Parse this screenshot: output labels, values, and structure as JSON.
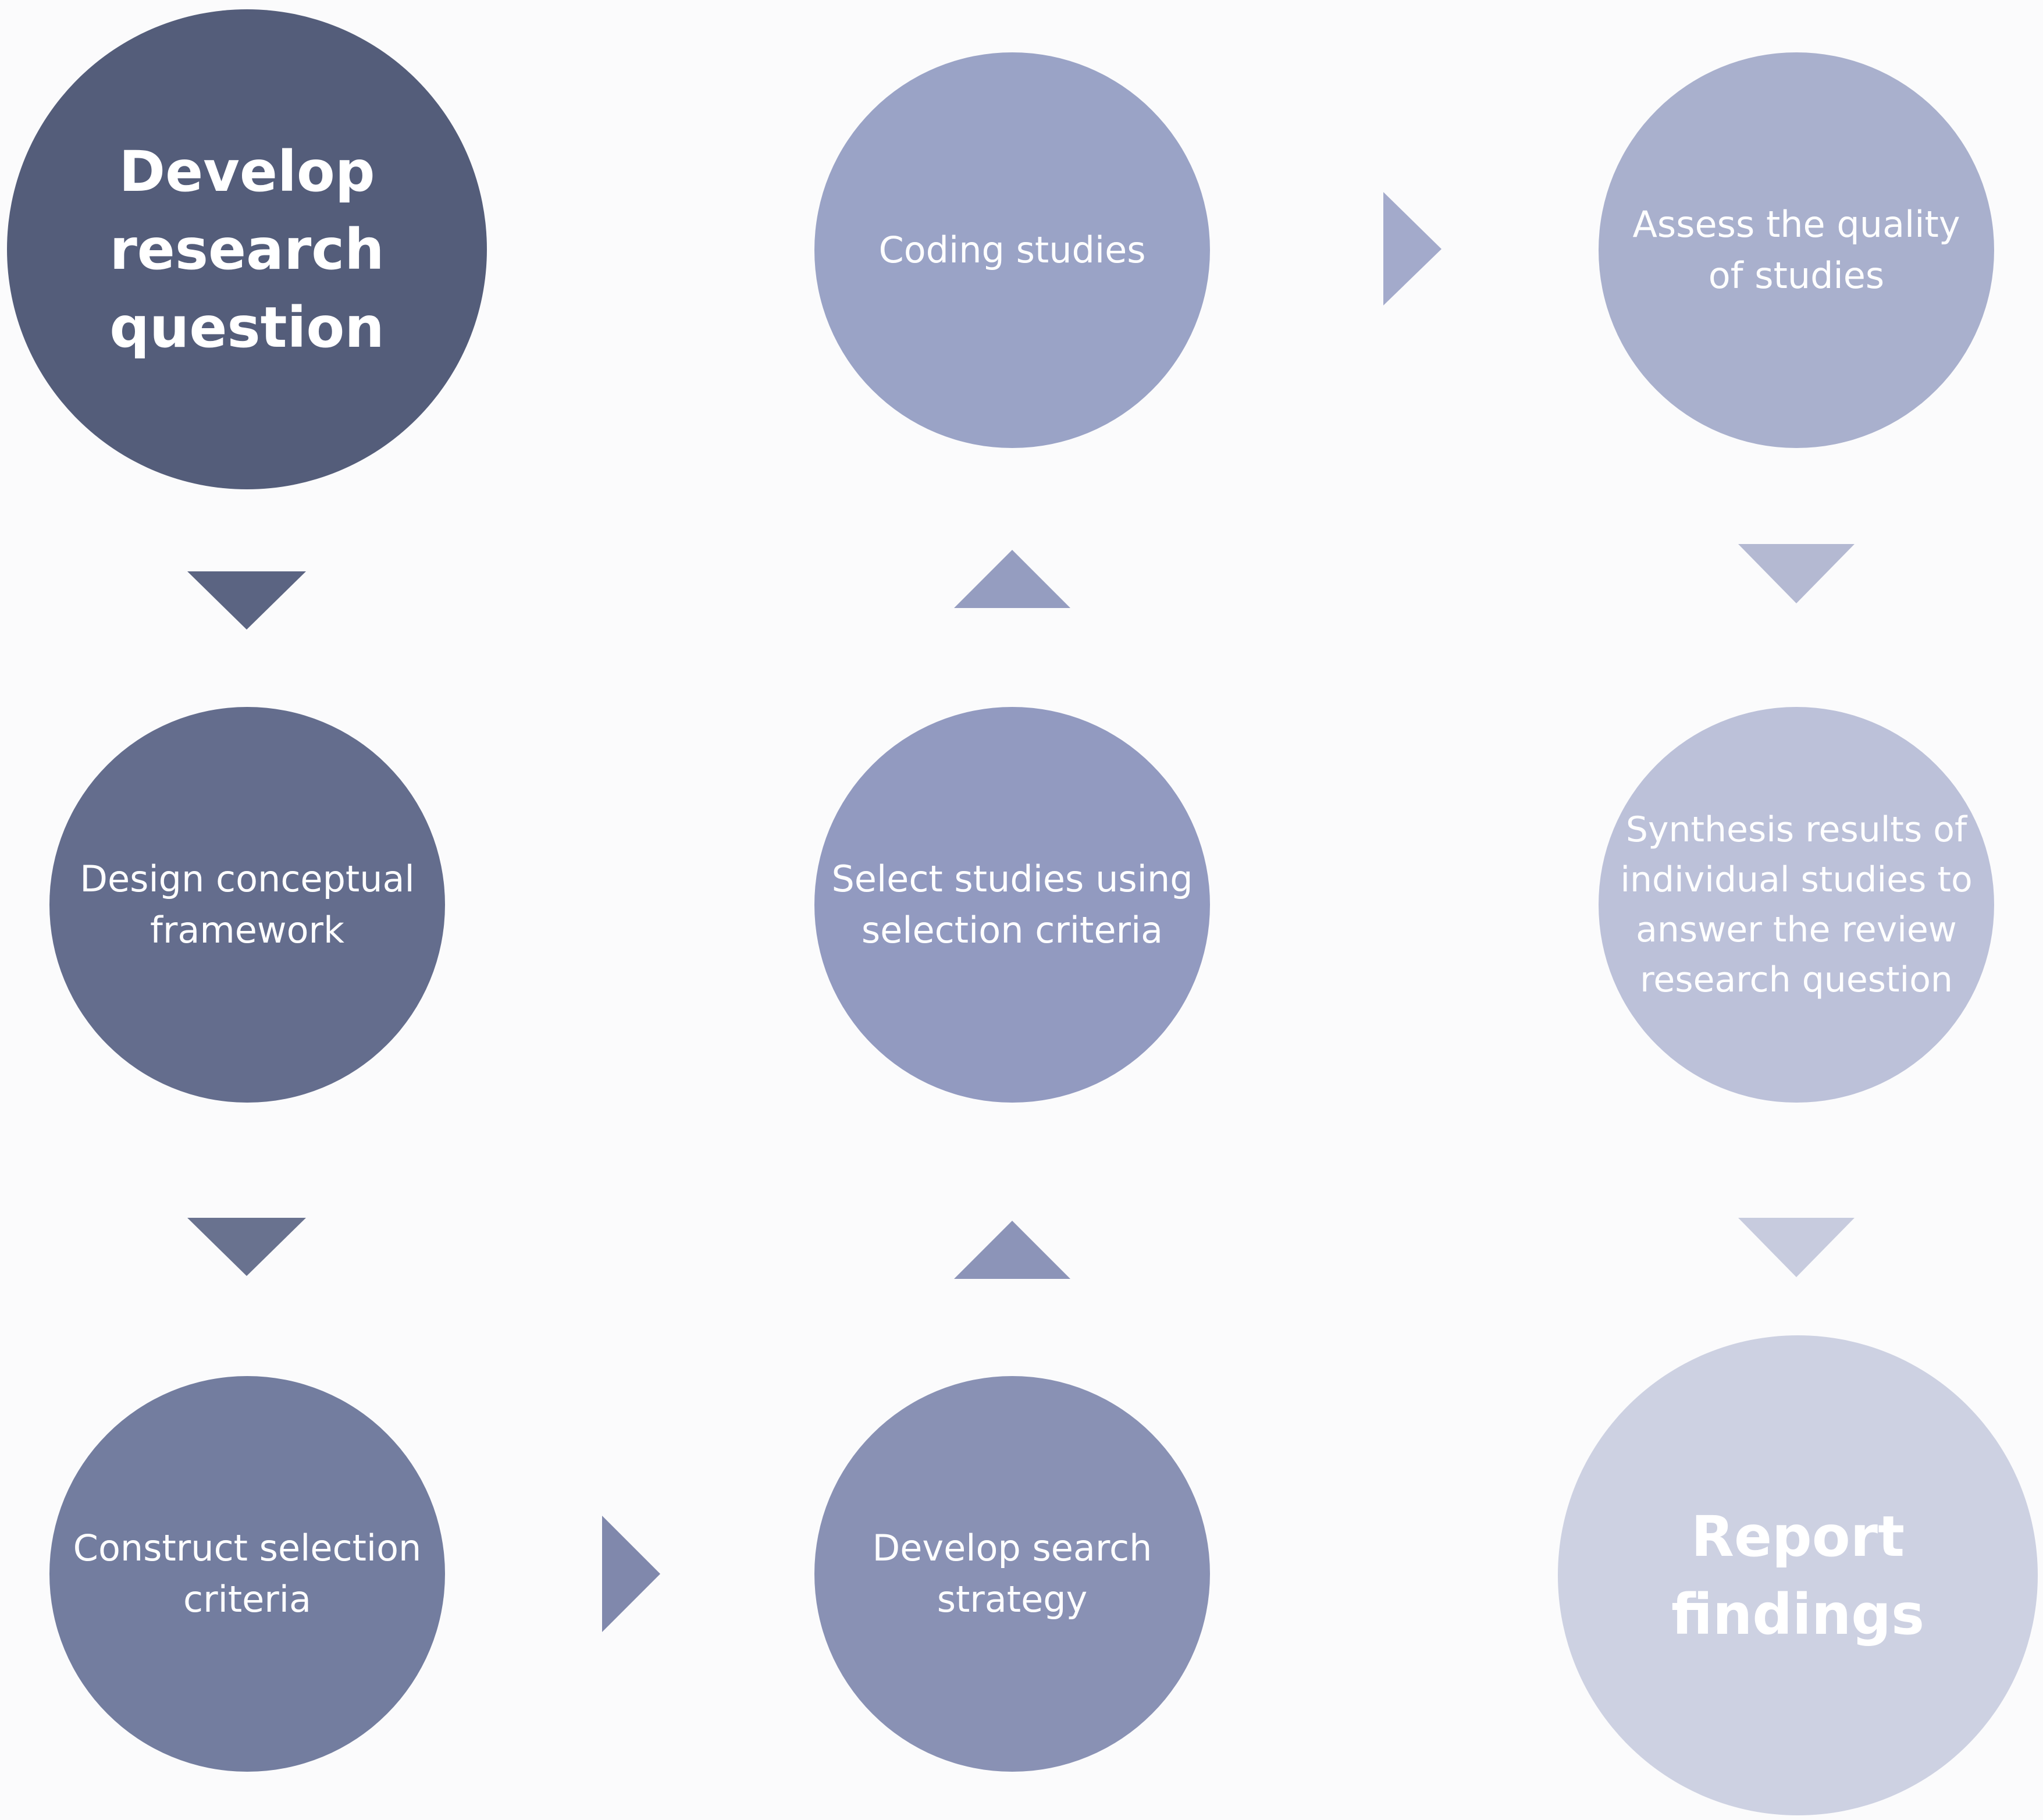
{
  "steps": {
    "develop_research_question": "Develop\nresearch\nquestion",
    "design_conceptual_framework": "Design conceptual\nframework",
    "construct_selection_criteria": "Construct selection\ncriteria",
    "develop_search_strategy": "Develop search\nstrategy",
    "select_studies": "Select studies using\nselection criteria",
    "coding_studies": "Coding studies",
    "assess_quality": "Assess the quality\nof studies",
    "synthesis_results": "Synthesis  results of\nindividual studies to\nanswer the review\nresearch question",
    "report_findings": "Report\nfindings"
  },
  "colors": {
    "develop_research_question": "#545d7a",
    "design_conceptual_framework": "#646d8d",
    "construct_selection_criteria": "#737d9f",
    "develop_search_strategy": "#8991b4",
    "select_studies": "#929ac0",
    "coding_studies": "#9aa3c6",
    "assess_quality": "#a9b0cd",
    "synthesis_results": "#bcc1d9",
    "report_findings": "#cdd1e2",
    "background": "#fbfbfc"
  },
  "arrows": [
    {
      "from": "develop_research_question",
      "to": "design_conceptual_framework",
      "direction": "down"
    },
    {
      "from": "design_conceptual_framework",
      "to": "construct_selection_criteria",
      "direction": "down"
    },
    {
      "from": "construct_selection_criteria",
      "to": "develop_search_strategy",
      "direction": "right"
    },
    {
      "from": "develop_search_strategy",
      "to": "select_studies",
      "direction": "up"
    },
    {
      "from": "select_studies",
      "to": "coding_studies",
      "direction": "up"
    },
    {
      "from": "coding_studies",
      "to": "assess_quality",
      "direction": "right"
    },
    {
      "from": "assess_quality",
      "to": "synthesis_results",
      "direction": "down"
    },
    {
      "from": "synthesis_results",
      "to": "report_findings",
      "direction": "down"
    }
  ]
}
